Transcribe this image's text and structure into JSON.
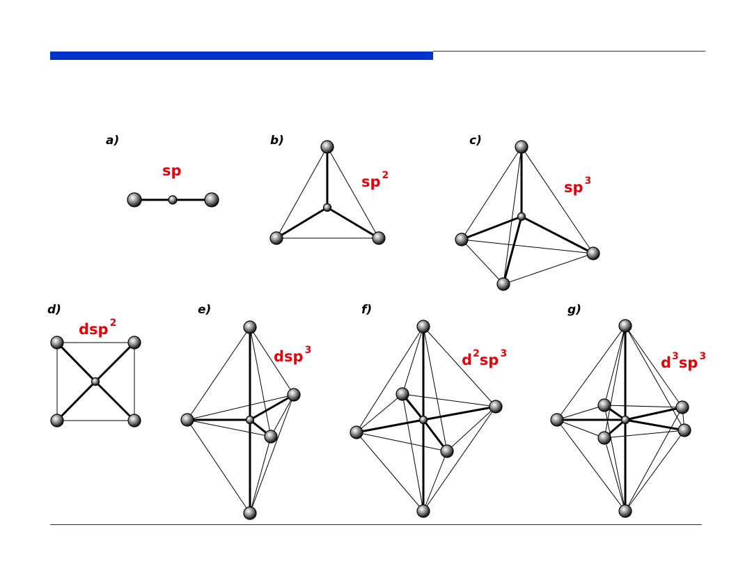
{
  "colors": {
    "rule": "#0033cc",
    "label": "#e8000b",
    "line": "#000000"
  },
  "panels": [
    {
      "letter": "a)",
      "base": "sp",
      "sups": []
    },
    {
      "letter": "b)",
      "base": "sp",
      "sups": [
        "2"
      ]
    },
    {
      "letter": "c)",
      "base": "sp",
      "sups": [
        "3"
      ]
    },
    {
      "letter": "d)",
      "base": "dsp",
      "sups": [
        "2"
      ]
    },
    {
      "letter": "e)",
      "base": "dsp",
      "sups": [
        "3"
      ]
    },
    {
      "letter": "f)",
      "parts": [
        "d",
        "2",
        "sp",
        "3"
      ]
    },
    {
      "letter": "g)",
      "parts": [
        "d",
        "3",
        "sp",
        "3"
      ]
    }
  ]
}
